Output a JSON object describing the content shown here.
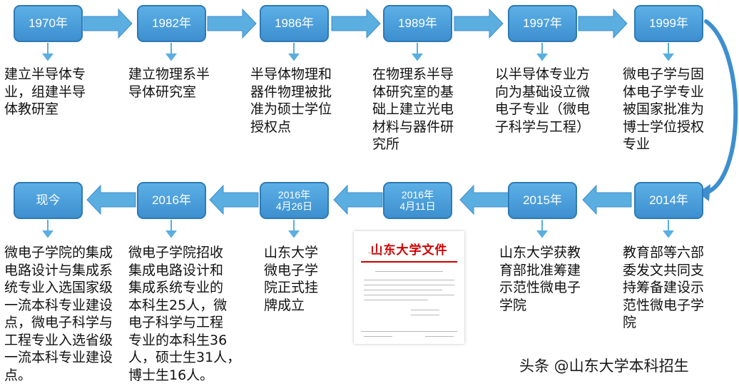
{
  "timeline": {
    "top_row": [
      {
        "date_lines": [
          "1970年"
        ],
        "description": "建立半导体专\n业，组建半导\n体教研室"
      },
      {
        "date_lines": [
          "1982年"
        ],
        "description": "建立物理系半\n导体研究室"
      },
      {
        "date_lines": [
          "1986年"
        ],
        "description": "半导体物理和\n器件物理被批\n准为硕士学位\n授权点"
      },
      {
        "date_lines": [
          "1989年"
        ],
        "description": "在物理系半导\n体研究室的基\n础上建立光电\n材料与器件研\n究所"
      },
      {
        "date_lines": [
          "1997年"
        ],
        "description": "以半导体专业方\n向为基础设立微\n电子专业（微电\n子科学与工程）"
      },
      {
        "date_lines": [
          "1999年"
        ],
        "description": "微电子学与固\n体电子学专业\n被国家批准为\n博士学位授权\n专业"
      }
    ],
    "bottom_row": [
      {
        "date_lines": [
          "现今"
        ],
        "description": "微电子学院的集成\n电路设计与集成系\n统专业入选国家级\n一流本科专业建设\n点，微电子科学与\n工程专业入选省级\n一流本科专业建设\n点。"
      },
      {
        "date_lines": [
          "2016年"
        ],
        "description": "微电子学院招收\n集成电路设计和\n集成系统专业的\n本科生25人，微\n电子科学与工程\n专业的本科生36\n人，硕士生31人，\n博士生16人。"
      },
      {
        "date_lines": [
          "2016年",
          "4月26日"
        ],
        "description": "山东大学\n微电子学\n院正式挂\n牌成立"
      },
      {
        "date_lines": [
          "2016年",
          "4月11日"
        ],
        "description": ""
      },
      {
        "date_lines": [
          "2015年"
        ],
        "description": "山东大学获教\n育部批准筹建\n示范性微电子\n学院"
      },
      {
        "date_lines": [
          "2014年"
        ],
        "description": "教育部等六部\n委发文共同支\n持筹备建设示\n范性微电子学\n院"
      }
    ]
  },
  "document_image": {
    "header": "山东大学文件"
  },
  "watermark": "头条 @山东大学本科招生",
  "colors": {
    "box_fill": "#4a9fdc",
    "box_border": "#2f7ab6",
    "arrow": "#5aaee0",
    "header_red": "#d10000"
  }
}
